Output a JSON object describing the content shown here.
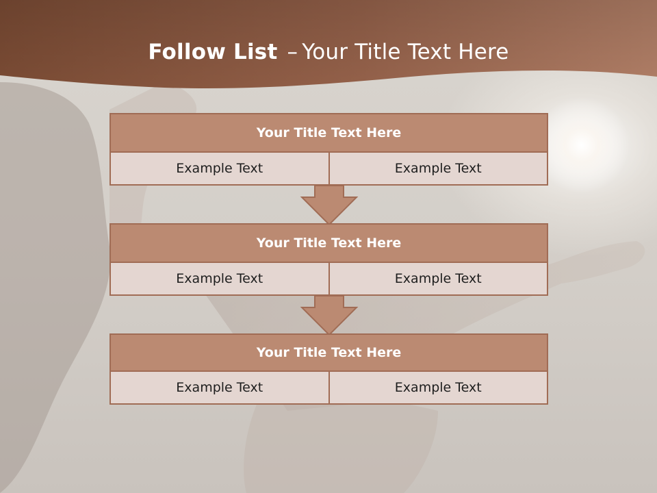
{
  "slide": {
    "title_bold": "Follow List",
    "title_dash": "–",
    "title_rest": "Your Title Text Here"
  },
  "blocks": [
    {
      "title": "Your Title Text Here",
      "cells": [
        "Example Text",
        "Example Text"
      ]
    },
    {
      "title": "Your Title Text Here",
      "cells": [
        "Example Text",
        "Example Text"
      ]
    },
    {
      "title": "Your Title Text Here",
      "cells": [
        "Example Text",
        "Example Text"
      ]
    }
  ],
  "colors": {
    "header_band": "#8a5a42",
    "block_title_fill": "#bb8a72",
    "block_cell_fill": "#e4d6d1",
    "border": "#a06c55",
    "arrow_fill": "#bb8a72"
  },
  "icons": [
    "down-arrow-icon"
  ]
}
